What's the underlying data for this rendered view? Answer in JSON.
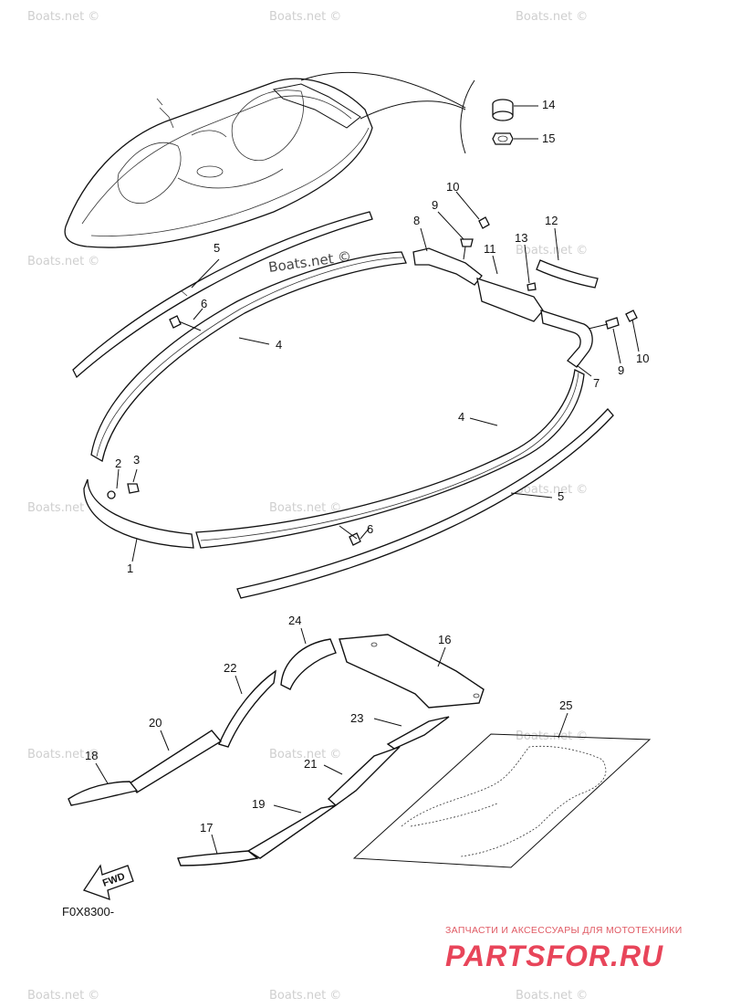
{
  "diagram": {
    "code": "F0X8300-",
    "fwd_label": "FWD",
    "watermark": "Boats.net ©",
    "brand_tagline": "ЗАПЧАСТИ И АКСЕССУАРЫ ДЛЯ МОТОТЕХНИКИ",
    "brand_name": "PARTSFOR.RU",
    "callouts": {
      "c1": "1",
      "c2": "2",
      "c3": "3",
      "c4a": "4",
      "c4b": "4",
      "c5a": "5",
      "c5b": "5",
      "c6a": "6",
      "c6b": "6",
      "c7": "7",
      "c8": "8",
      "c9a": "9",
      "c9b": "9",
      "c10a": "10",
      "c10b": "10",
      "c11": "11",
      "c12": "12",
      "c13": "13",
      "c14": "14",
      "c15": "15",
      "c16": "16",
      "c17": "17",
      "c18": "18",
      "c19": "19",
      "c20": "20",
      "c21": "21",
      "c22": "22",
      "c23": "23",
      "c24": "24",
      "c25": "25"
    }
  }
}
